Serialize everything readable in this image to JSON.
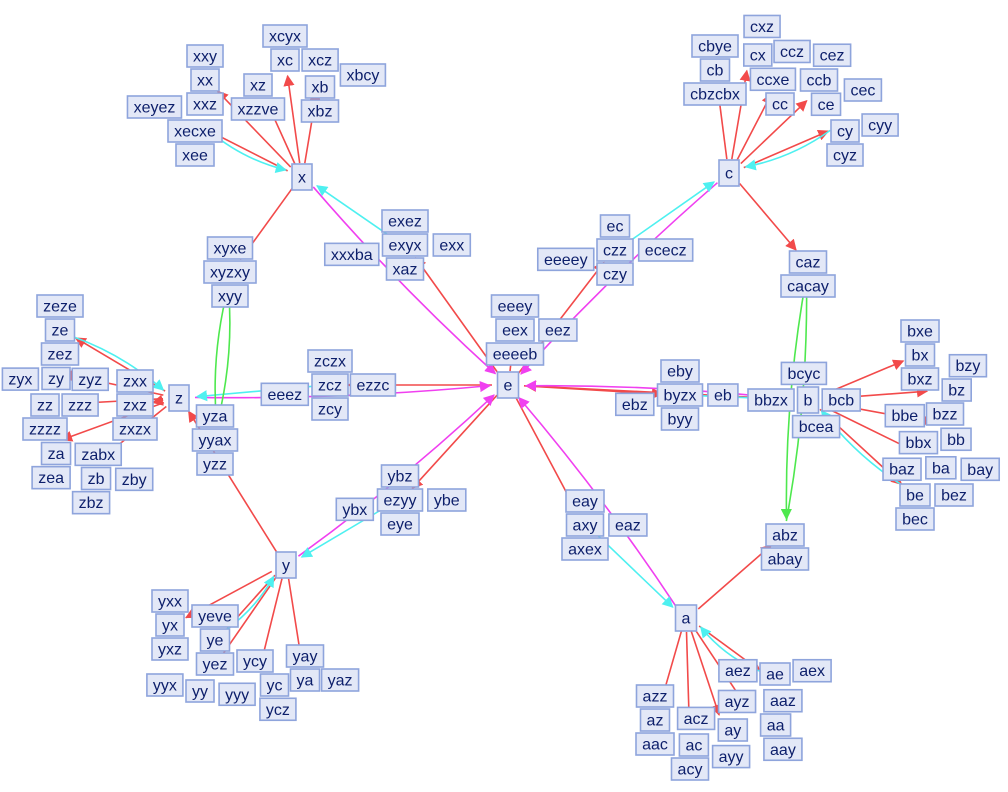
{
  "graph": {
    "hubs": [
      "e",
      "x",
      "c",
      "z",
      "y",
      "a",
      "b"
    ],
    "clusters": [
      {
        "id": "eez",
        "labels": [
          "eez",
          "eeey",
          "eeeeb",
          "eex"
        ]
      },
      {
        "id": "exyx",
        "labels": [
          "xxxba",
          "exx",
          "exez",
          "xaz",
          "exyx"
        ]
      },
      {
        "id": "ec",
        "labels": [
          "eeeey",
          "ececz",
          "ec",
          "czy",
          "czz"
        ]
      },
      {
        "id": "xyz",
        "labels": [
          "xyxe",
          "xyy",
          "xyzxy"
        ]
      },
      {
        "id": "zcz",
        "labels": [
          "eeez",
          "ezzc",
          "zczx",
          "zcy",
          "zcz"
        ]
      },
      {
        "id": "eb",
        "labels": [
          "ebz",
          "eb",
          "eby",
          "byy",
          "byzx"
        ]
      },
      {
        "id": "yb",
        "labels": [
          "ybx",
          "ybe",
          "ybz",
          "eye",
          "ezyy"
        ]
      },
      {
        "id": "ea",
        "labels": [
          "eaz",
          "eay",
          "axex",
          "axy"
        ]
      },
      {
        "id": "ca",
        "labels": [
          "cacay",
          "caz"
        ]
      },
      {
        "id": "yz",
        "labels": [
          "yza",
          "yzz",
          "yyax"
        ]
      },
      {
        "id": "ab",
        "labels": [
          "abay",
          "abz"
        ]
      },
      {
        "id": "xx",
        "labels": [
          "xxy",
          "xxz",
          "xx"
        ]
      },
      {
        "id": "xz",
        "labels": [
          "xzzve",
          "xz"
        ]
      },
      {
        "id": "xc",
        "labels": [
          "xcz",
          "xcyx",
          "xc"
        ]
      },
      {
        "id": "xb",
        "labels": [
          "xbz",
          "xbcy",
          "xb"
        ]
      },
      {
        "id": "xe",
        "labels": [
          "xeyez",
          "xee",
          "xecxe"
        ]
      },
      {
        "id": "cb",
        "labels": [
          "cbye",
          "cbzcbx",
          "cb"
        ]
      },
      {
        "id": "cx",
        "labels": [
          "cxz",
          "ccxe",
          "cx"
        ]
      },
      {
        "id": "cc",
        "labels": [
          "ccz",
          "ccb",
          "cc"
        ]
      },
      {
        "id": "ce",
        "labels": [
          "cez",
          "cec",
          "ce"
        ]
      },
      {
        "id": "cy",
        "labels": [
          "cyz",
          "cyy",
          "cy"
        ]
      },
      {
        "id": "ze",
        "labels": [
          "zeze",
          "zez",
          "ze"
        ]
      },
      {
        "id": "zy",
        "labels": [
          "zyz",
          "zyx",
          "zy"
        ]
      },
      {
        "id": "zz",
        "labels": [
          "zzz",
          "zzzz",
          "zz"
        ]
      },
      {
        "id": "zx",
        "labels": [
          "zxx",
          "zxzx",
          "zxz"
        ]
      },
      {
        "id": "za",
        "labels": [
          "zabx",
          "zea",
          "za"
        ]
      },
      {
        "id": "zb",
        "labels": [
          "zby",
          "zbz",
          "zb"
        ]
      },
      {
        "id": "yx",
        "labels": [
          "yxx",
          "yxz",
          "yx"
        ]
      },
      {
        "id": "ye",
        "labels": [
          "yeve",
          "yez",
          "ye"
        ]
      },
      {
        "id": "yy",
        "labels": [
          "yyy",
          "yyx",
          "yy"
        ]
      },
      {
        "id": "yc",
        "labels": [
          "ycz",
          "ycy",
          "yc"
        ]
      },
      {
        "id": "ya",
        "labels": [
          "yaz",
          "yay",
          "ya"
        ]
      },
      {
        "id": "az",
        "labels": [
          "azz",
          "aac",
          "az"
        ]
      },
      {
        "id": "ac",
        "labels": [
          "acz",
          "acy",
          "ac"
        ]
      },
      {
        "id": "ay",
        "labels": [
          "ayz",
          "ayy",
          "ay"
        ]
      },
      {
        "id": "aa",
        "labels": [
          "aaz",
          "aay",
          "aa"
        ]
      },
      {
        "id": "ae",
        "labels": [
          "aex",
          "aez",
          "ae"
        ]
      },
      {
        "id": "bx",
        "labels": [
          "bxe",
          "bxz",
          "bx"
        ]
      },
      {
        "id": "bz",
        "labels": [
          "bzy",
          "bzz",
          "bz"
        ]
      },
      {
        "id": "bb",
        "labels": [
          "bbe",
          "bbx",
          "bb"
        ]
      },
      {
        "id": "ba",
        "labels": [
          "bay",
          "baz",
          "ba"
        ]
      },
      {
        "id": "be",
        "labels": [
          "bez",
          "bec",
          "be"
        ]
      },
      {
        "id": "bc",
        "labels": [
          "bbzx",
          "bcyc",
          "bcea",
          "bcb"
        ]
      }
    ],
    "colors": {
      "red": "#f24a4a",
      "cyan": "#4ef0f0",
      "magenta": "#f040f0",
      "green": "#4ee84e",
      "node_fill": "#e3e8f7",
      "node_stroke": "#8ea4dc",
      "text": "#0d1f6b"
    }
  }
}
